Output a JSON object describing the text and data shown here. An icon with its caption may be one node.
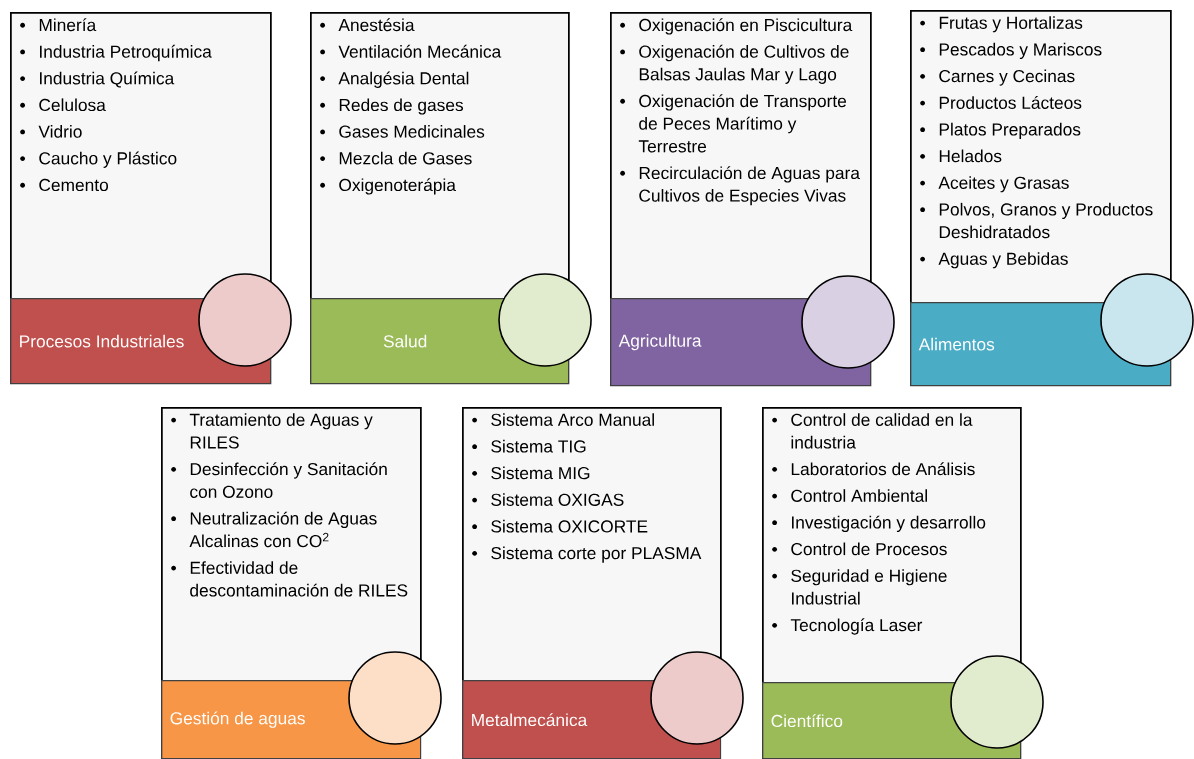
{
  "diagram": {
    "nodes": [
      {
        "text": [
          "Minería",
          "Industria Petroquímica",
          "Industria Química",
          "Celulosa",
          "Vidrio",
          "Caucho y Plástico",
          "Cemento"
        ]
      },
      {
        "text": [
          "Procesos Industriales"
        ]
      },
      {
        "text": [],
        "shape": "circle"
      },
      {
        "text": [
          "Anestésia",
          "Ventilación Mecánica",
          "Analgésia Dental",
          "Redes de gases",
          "Gases Medicinales",
          "Mezcla de Gases",
          "Oxigenoterápia"
        ]
      },
      {
        "text": [
          "Salud"
        ]
      },
      {
        "text": [],
        "shape": "circle"
      },
      {
        "text": [
          "Oxigenación en Piscicultura",
          "Oxigenación de Cultivos de Balsas Jaulas Mar y Lago",
          "Oxigenación de Transporte de Peces Marítimo y Terrestre",
          "Recirculación de Aguas para Cultivos de Especies Vivas"
        ]
      },
      {
        "text": [
          "Agricultura"
        ]
      },
      {
        "text": [],
        "shape": "circle"
      },
      {
        "text": [
          "Frutas y Hortalizas",
          "Pescados y Mariscos",
          "Carnes y Cecinas",
          "Productos Lácteos",
          "Platos Preparados",
          "Helados",
          "Aceites y Grasas",
          "Polvos, Granos y Productos Deshidratados",
          "Aguas y Bebidas"
        ]
      },
      {
        "text": [
          "Alimentos"
        ]
      },
      {
        "text": [],
        "shape": "circle"
      },
      {
        "text": [
          "Tratamiento de Aguas y RILES",
          "Desinfección y Sanitación con Ozono",
          "Neutralización de Aguas Alcalinas con CO$^{2}$",
          "Efectividad de descontaminación de RILES"
        ]
      },
      {
        "text": [
          "Gestión de aguas"
        ]
      },
      {
        "text": [],
        "shape": "circle"
      },
      {
        "text": [
          "Sistema Arco Manual",
          "Sistema TIG",
          "Sistema MIG",
          "Sistema OXIGAS",
          "Sistema OXICORTE",
          "Sistema corte por PLASMA"
        ]
      },
      {
        "text": [
          "Metalmecánica"
        ]
      },
      {
        "text": [],
        "shape": "circle"
      },
      {
        "text": [
          "Control de calidad en la industria",
          "Laboratorios de Análisis",
          "Control Ambiental",
          "Investigación y desarrollo",
          "Control de Procesos",
          "Seguridad e Higiene Industrial",
          "Tecnología Laser"
        ]
      },
      {
        "text": [
          "Científico"
        ]
      },
      {
        "text": [],
        "shape": "circle"
      }
    ]
  }
}
